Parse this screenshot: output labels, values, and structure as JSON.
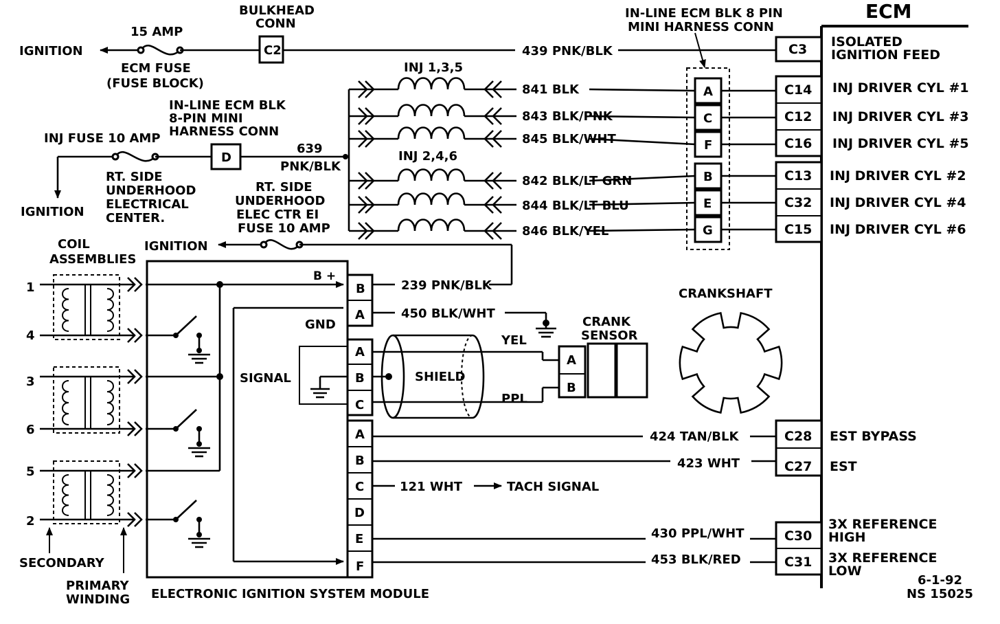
{
  "ecm": {
    "title": "ECM",
    "pins": [
      {
        "pin": "C3",
        "label": "ISOLATED",
        "label2": "IGNITION FEED"
      },
      {
        "pin": "C14",
        "label": "INJ DRIVER CYL #1"
      },
      {
        "pin": "C12",
        "label": "INJ DRIVER CYL #3"
      },
      {
        "pin": "C16",
        "label": "INJ DRIVER CYL #5"
      },
      {
        "pin": "C13",
        "label": "INJ DRIVER CYL #2"
      },
      {
        "pin": "C32",
        "label": "INJ DRIVER CYL #4"
      },
      {
        "pin": "C15",
        "label": "INJ DRIVER CYL #6"
      },
      {
        "pin": "C28",
        "label": "EST BYPASS"
      },
      {
        "pin": "C27",
        "label": "EST"
      },
      {
        "pin": "C30",
        "label": "3X REFERENCE",
        "label2": "HIGH"
      },
      {
        "pin": "C31",
        "label": "3X REFERENCE",
        "label2": "LOW"
      }
    ]
  },
  "harness8": {
    "title1": "IN-LINE ECM BLK 8 PIN",
    "title2": "MINI HARNESS CONN",
    "pins": [
      "A",
      "C",
      "F",
      "B",
      "E",
      "G"
    ]
  },
  "top": {
    "ignition1": "IGNITION",
    "fuse_amp": "15 AMP",
    "fuse_name1": "ECM FUSE",
    "fuse_name2": "(FUSE BLOCK)",
    "bulkhead1": "BULKHEAD",
    "bulkhead2": "CONN",
    "bulkhead_pin": "C2",
    "wire_439": "439 PNK/BLK"
  },
  "injectors": {
    "group1_label": "INJ 1,3,5",
    "group2_label": "INJ 2,4,6",
    "wires": [
      "841 BLK",
      "843 BLK/PNK",
      "845 BLK/WHT",
      "842 BLK/LT GRN",
      "844 BLK/LT BLU",
      "846 BLK/YEL"
    ]
  },
  "injfuse": {
    "label": "INJ FUSE 10 AMP",
    "ignition": "IGNITION",
    "loc1": "RT. SIDE",
    "loc2": "UNDERHOOD",
    "loc3": "ELECTRICAL",
    "loc4": "CENTER.",
    "conn1": "IN-LINE ECM BLK",
    "conn2": "8-PIN MINI",
    "conn3": "HARNESS CONN",
    "conn_pin": "D",
    "wire_num": "639",
    "wire_color": "PNK/BLK"
  },
  "eifuse": {
    "l1": "RT. SIDE",
    "l2": "UNDERHOOD",
    "l3": "ELEC CTR EI",
    "l4": "FUSE 10 AMP",
    "ignition": "IGNITION"
  },
  "coils": {
    "title1": "COIL",
    "title2": "ASSEMBLIES",
    "numbers": [
      "1",
      "4",
      "3",
      "6",
      "5",
      "2"
    ],
    "secondary": "SECONDARY",
    "primary1": "PRIMARY",
    "primary2": "WINDING"
  },
  "module": {
    "title": "ELECTRONIC IGNITION SYSTEM MODULE",
    "bplus": "B +",
    "gnd": "GND",
    "signal": "SIGNAL",
    "conn1_pins": [
      "B",
      "A"
    ],
    "conn2_pins": [
      "A",
      "B",
      "C"
    ],
    "conn3_pins": [
      "A",
      "B",
      "C",
      "D",
      "E",
      "F"
    ]
  },
  "wires": {
    "w239": "239 PNK/BLK",
    "w450": "450  BLK/WHT",
    "yel": "YEL",
    "ppl": "PPL",
    "shield": "SHIELD",
    "w424": "424 TAN/BLK",
    "w423": "423 WHT",
    "w121": "121 WHT",
    "tach": "TACH SIGNAL",
    "w430": "430 PPL/WHT",
    "w453": "453 BLK/RED"
  },
  "crank": {
    "sensor1": "CRANK",
    "sensor2": "SENSOR",
    "pins": [
      "A",
      "B"
    ],
    "crankshaft": "CRANKSHAFT"
  },
  "footer": {
    "date": "6-1-92",
    "code": "NS 15025"
  }
}
